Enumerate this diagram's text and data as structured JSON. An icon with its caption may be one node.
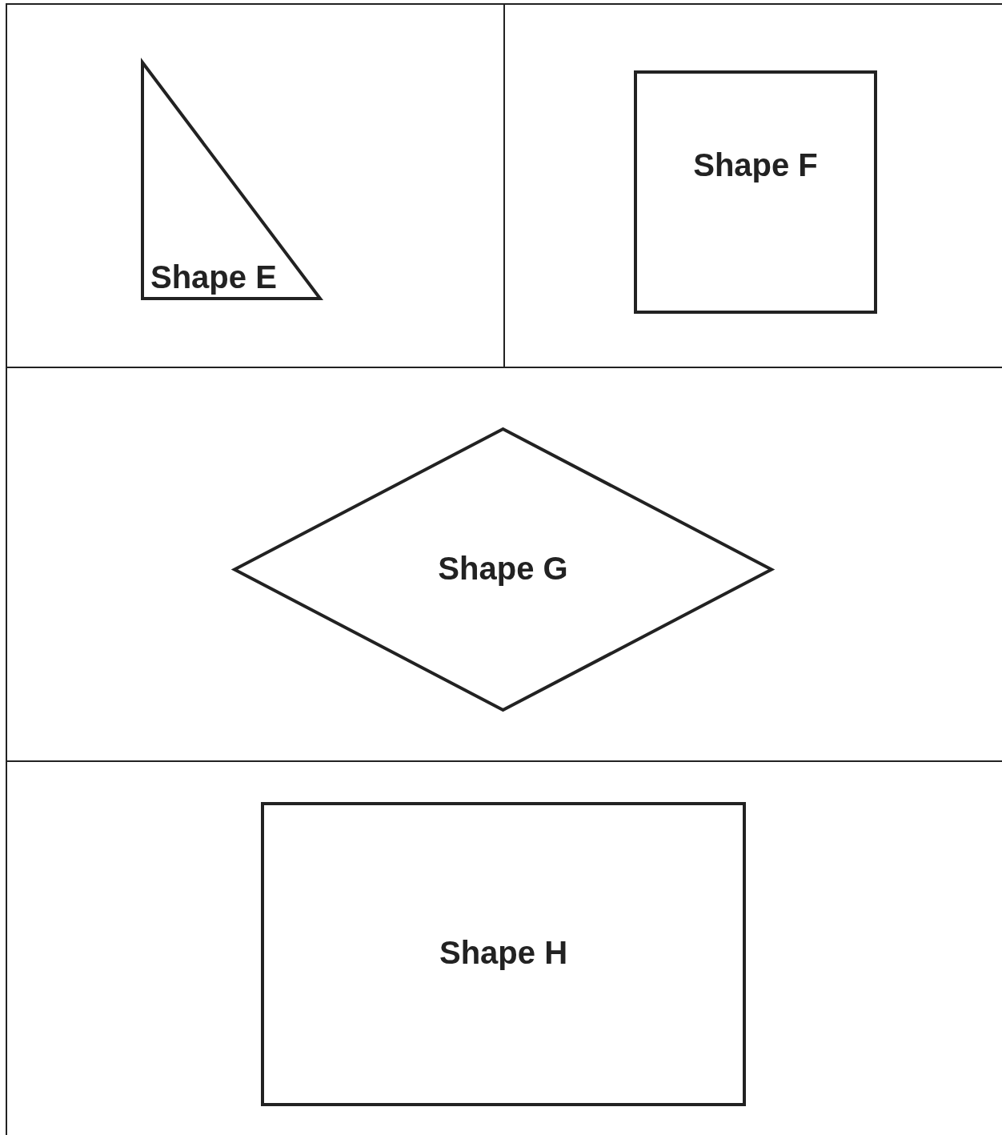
{
  "diagram": {
    "nodes": [
      {
        "text": [
          "Shape E"
        ]
      },
      {
        "text": [
          "Shape F"
        ]
      },
      {
        "text": [
          "Shape G"
        ]
      },
      {
        "text": [
          "Shape H"
        ]
      }
    ]
  }
}
